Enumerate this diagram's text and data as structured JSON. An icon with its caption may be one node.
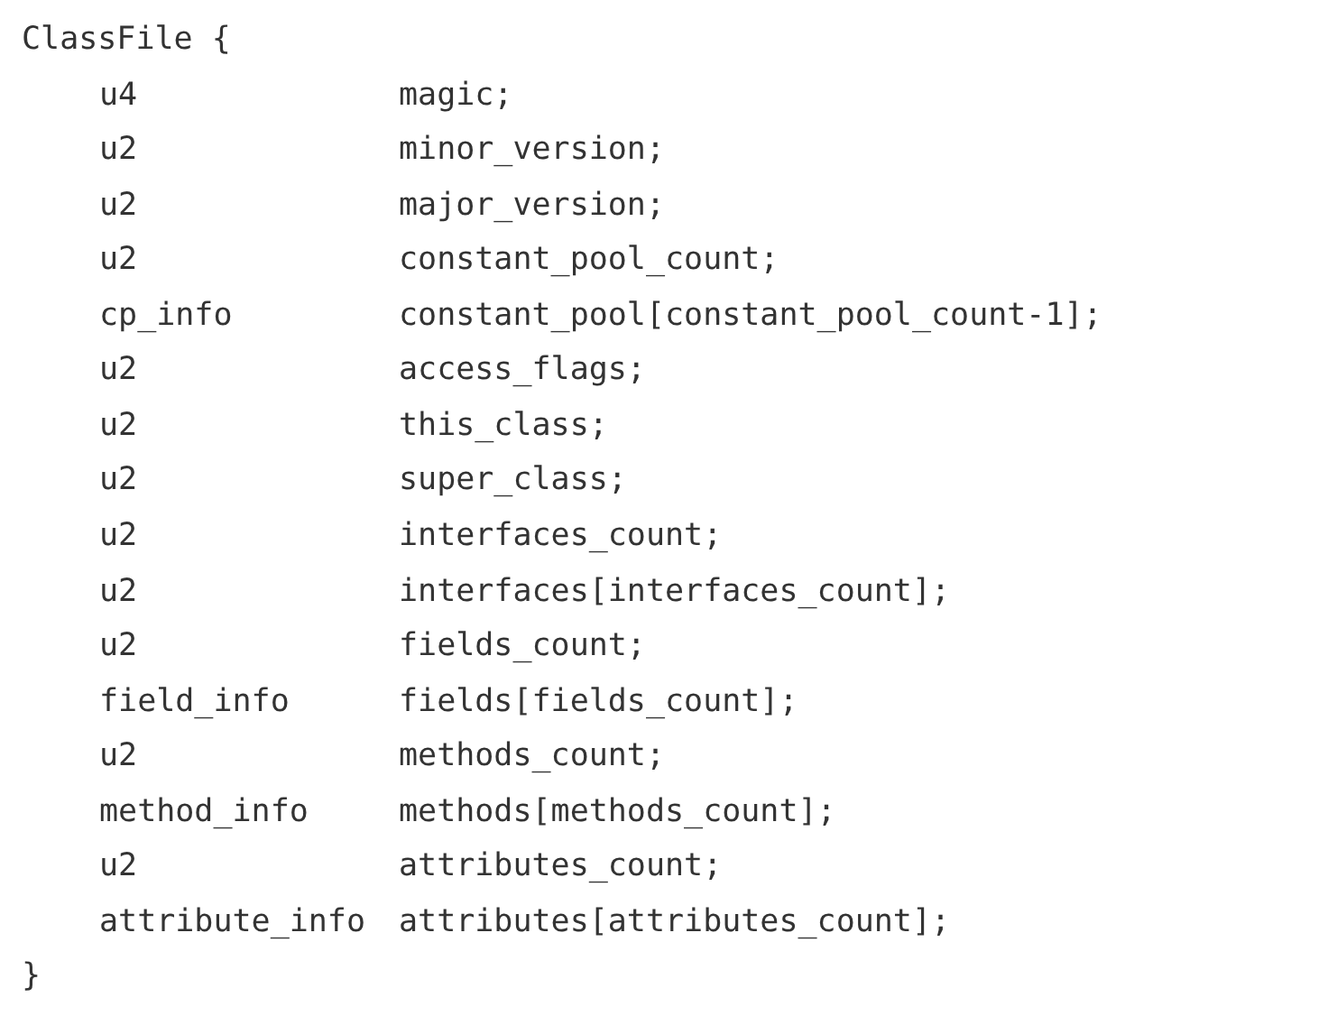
{
  "diagram": {
    "labels": [
      "ClassFile {",
      "u4",
      "magic;",
      "u2",
      "minor_version;",
      "u2",
      "major_version;",
      "u2",
      "constant_pool_count;",
      "cp_info",
      "constant_pool[constant_pool_count-1];",
      "u2",
      "access_flags;",
      "u2",
      "this_class;",
      "u2",
      "super_class;",
      "u2",
      "interfaces_count;",
      "u2",
      "interfaces[interfaces_count];",
      "u2",
      "fields_count;",
      "field_info",
      "fields[fields_count];",
      "u2",
      "methods_count;",
      "method_info",
      "methods[methods_count];",
      "u2",
      "attributes_count;",
      "attribute_info",
      "attributes[attributes_count];",
      "}"
    ]
  }
}
